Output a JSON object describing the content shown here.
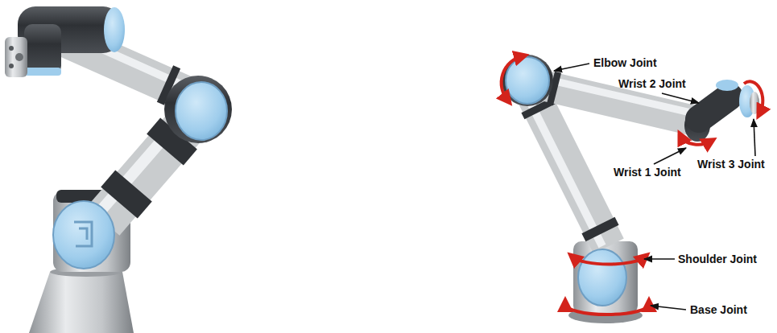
{
  "diagram": {
    "labels": [
      "Elbow Joint",
      "Wrist 2 Joint",
      "Wrist 1 Joint",
      "Wrist 3 Joint",
      "Shoulder Joint",
      "Base Joint"
    ]
  }
}
